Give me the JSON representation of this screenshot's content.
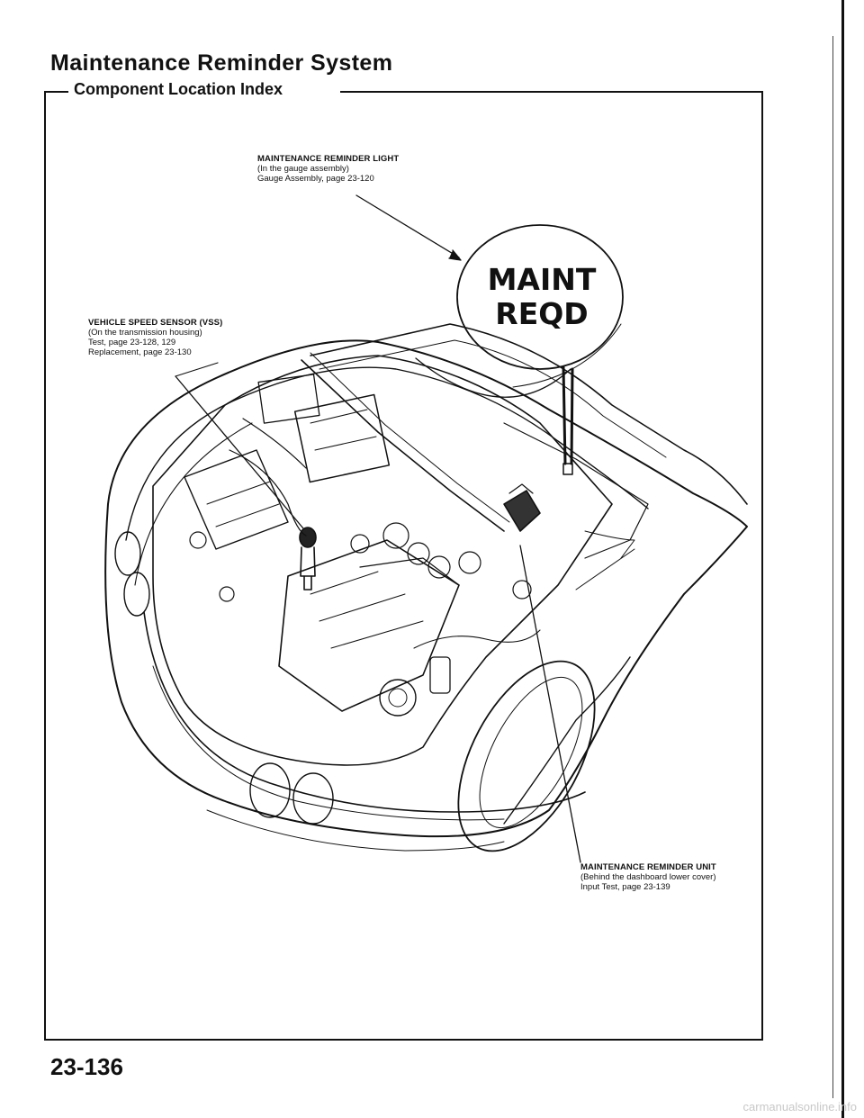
{
  "header": {
    "title": "Maintenance Reminder System",
    "section": "Component Location Index"
  },
  "callouts": [
    {
      "id": "maintenance-reminder-light",
      "name": "MAINTENANCE REMINDER LIGHT",
      "lines": [
        "(In the gauge assembly)",
        "Gauge Assembly, page 23-120"
      ]
    },
    {
      "id": "vehicle-speed-sensor",
      "name": "VEHICLE SPEED SENSOR (VSS)",
      "lines": [
        "(On the transmission housing)",
        "Test, page 23-128, 129",
        "Replacement, page 23-130"
      ]
    },
    {
      "id": "maintenance-reminder-unit",
      "name": "MAINTENANCE REMINDER UNIT",
      "lines": [
        "(Behind the dashboard lower cover)",
        "Input Test, page 23-139"
      ]
    }
  ],
  "indicator_badge": {
    "line1": "MAINT",
    "line2": "REQD"
  },
  "footer": {
    "page_number": "23-136",
    "watermark": "carmanualsonline.info"
  }
}
